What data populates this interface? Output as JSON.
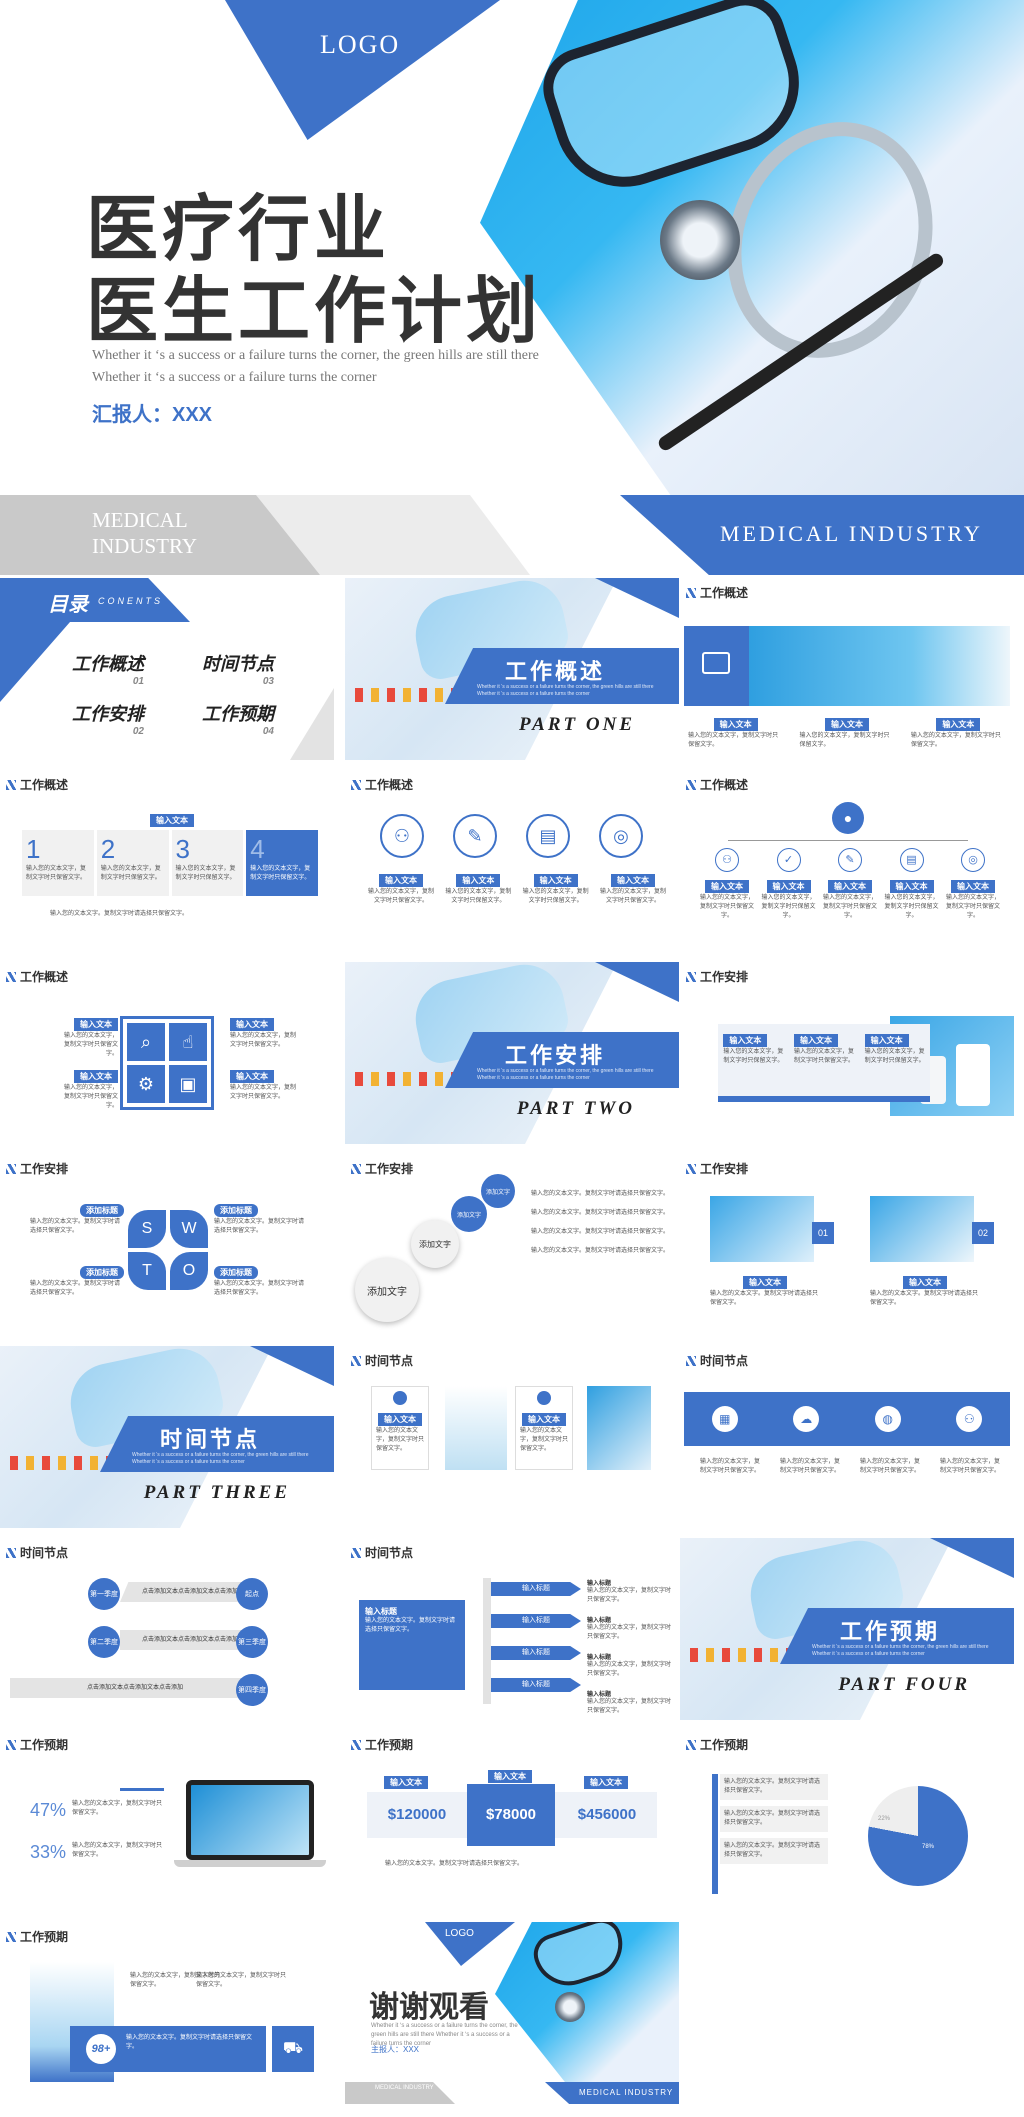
{
  "cover": {
    "logo": "LOGO",
    "title_line1": "医疗行业",
    "title_line2": "医生工作计划",
    "subtitle": "Whether it ‘s a success or a failure turns the corner, the green hills are still there Whether it ‘s a success or a failure turns the corner",
    "reporter": "汇报人：XXX",
    "bar_left": "MEDICAL INDUSTRY",
    "bar_right": "MEDICAL  INDUSTRY"
  },
  "toc": {
    "title": "目录",
    "title_en": "CONENTS",
    "items": [
      {
        "label": "工作概述",
        "num": "01"
      },
      {
        "label": "时间节点",
        "num": "03"
      },
      {
        "label": "工作安排",
        "num": "02"
      },
      {
        "label": "工作预期",
        "num": "04"
      }
    ]
  },
  "parts": [
    {
      "title": "工作概述",
      "part": "PART  ONE"
    },
    {
      "title": "工作安排",
      "part": "PART  TWO"
    },
    {
      "title": "时间节点",
      "part": "PART  THREE"
    },
    {
      "title": "工作预期",
      "part": "PART  FOUR"
    }
  ],
  "part_sub": "Whether it ‘s a success or a failure turns the corner, the green hills are still there Whether it ‘s a success or a failure turns the corner",
  "headers": {
    "overview": "工作概述",
    "arrange": "工作安排",
    "timeline": "时间节点",
    "expect": "工作预期"
  },
  "common": {
    "input_text": "输入文本",
    "add_title": "添加标题",
    "add_text": "添加文字",
    "input_title": "输入标题",
    "body": "输入您的文本文字。复制文字时请选择只保留文字。",
    "body_short": "输入您的文本文字，复制文字时只保留文字。"
  },
  "steps": [
    "1",
    "2",
    "3",
    "4"
  ],
  "swot": [
    "S",
    "W",
    "T",
    "O"
  ],
  "timeline_nodes": [
    "第一季度",
    "第二季度",
    "第三季度",
    "第四季度",
    "起点"
  ],
  "timeline_text": "点击添加文本点击添加文本点击添加",
  "photo_nums": [
    "01",
    "02"
  ],
  "percents": [
    "47%",
    "33%"
  ],
  "prices": [
    "$120000",
    "$78000",
    "$456000"
  ],
  "pie": {
    "large": "78%",
    "small": "22%"
  },
  "badge": "98+",
  "thanks": {
    "logo": "LOGO",
    "title": "谢谢观看",
    "reporter": "主报人：XXX",
    "bar_left": "MEDICAL INDUSTRY",
    "bar_right": "MEDICAL  INDUSTRY"
  },
  "colors": {
    "brand": "#3e72c8",
    "light_bg": "#eef2f8",
    "gray": "#c9c9c9"
  }
}
